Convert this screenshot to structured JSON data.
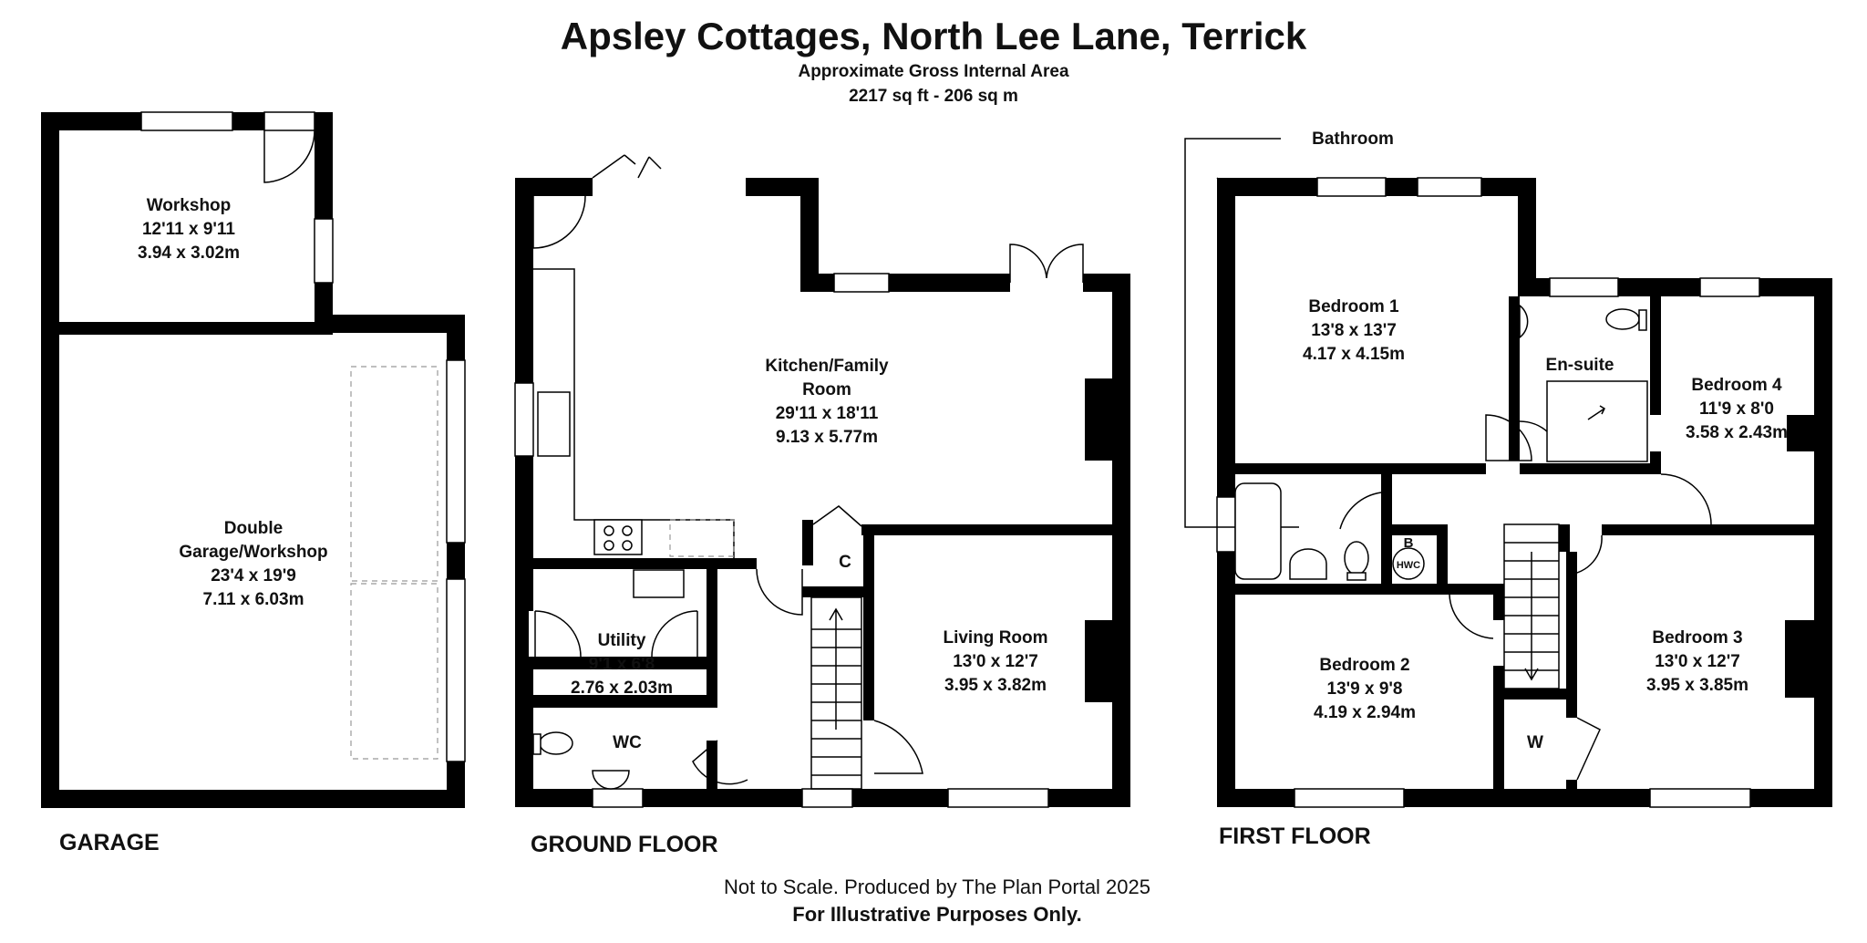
{
  "header": {
    "title": "Apsley Cottages, North Lee Lane, Terrick",
    "subtitle": "Approximate Gross Internal Area",
    "area": "2217 sq ft - 206 sq m"
  },
  "floors": {
    "garage": "GARAGE",
    "ground": "GROUND FLOOR",
    "first": "FIRST FLOOR"
  },
  "rooms": {
    "workshop": {
      "name": "Workshop",
      "imperial": "12'11 x 9'11",
      "metric": "3.94 x 3.02m"
    },
    "garage": {
      "name1": "Double",
      "name2": "Garage/Workshop",
      "imperial": "23'4 x 19'9",
      "metric": "7.11 x 6.03m"
    },
    "kitchen": {
      "name1": "Kitchen/Family",
      "name2": "Room",
      "imperial": "29'11 x 18'11",
      "metric": "9.13 x 5.77m"
    },
    "utility": {
      "name": "Utility",
      "imperial": "9'1 x 6'8",
      "metric": "2.76 x 2.03m"
    },
    "wc": {
      "name": "WC"
    },
    "cupboard": {
      "name": "C"
    },
    "living": {
      "name": "Living Room",
      "imperial": "13'0 x 12'7",
      "metric": "3.95 x 3.82m"
    },
    "bathroom": {
      "name": "Bathroom"
    },
    "bedroom1": {
      "name": "Bedroom 1",
      "imperial": "13'8 x 13'7",
      "metric": "4.17 x 4.15m"
    },
    "ensuite": {
      "name": "En-suite"
    },
    "bedroom4": {
      "name": "Bedroom 4",
      "imperial": "11'9 x 8'0",
      "metric": "3.58 x 2.43m"
    },
    "bedroom2": {
      "name": "Bedroom 2",
      "imperial": "13'9 x 9'8",
      "metric": "4.19 x 2.94m"
    },
    "bedroom3": {
      "name": "Bedroom 3",
      "imperial": "13'0 x 12'7",
      "metric": "3.95 x 3.85m"
    },
    "boiler": {
      "name": "B"
    },
    "hwc": {
      "name": "HWC"
    },
    "wardrobe": {
      "name": "W"
    }
  },
  "footer": {
    "line1": "Not to Scale. Produced by The Plan Portal 2025",
    "line2": "For Illustrative Purposes Only."
  }
}
